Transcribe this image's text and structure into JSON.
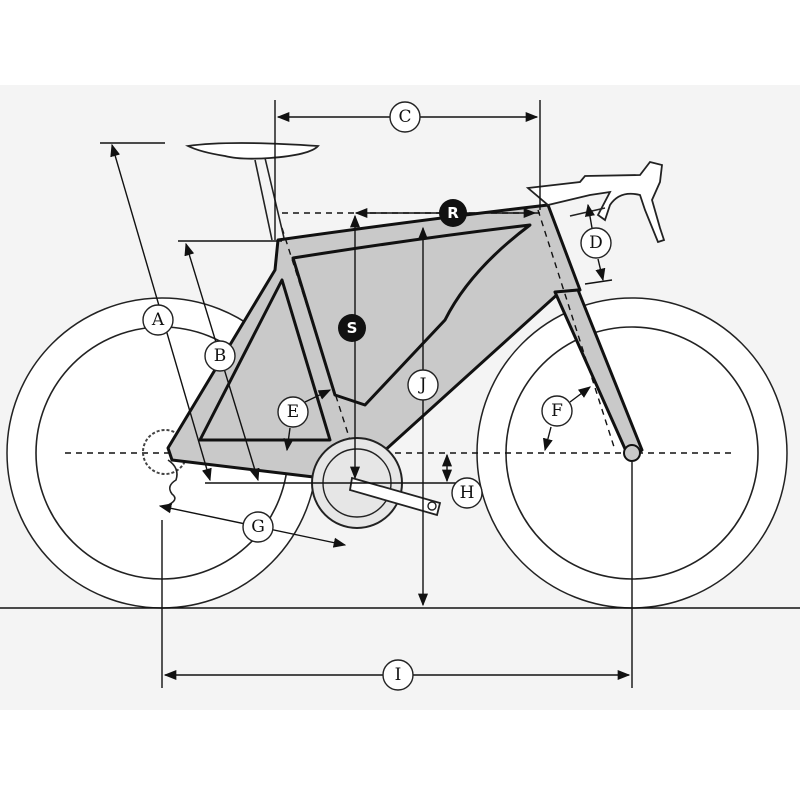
{
  "diagram": {
    "title": "Bicycle frame geometry",
    "colors": {
      "background": "#f4f4f4",
      "frame": "#c9c9c9",
      "line": "#111111"
    },
    "dimension_labels": {
      "A": "A",
      "B": "B",
      "C": "C",
      "D": "D",
      "E": "E",
      "F": "F",
      "G": "G",
      "H": "H",
      "I": "I",
      "J": "J",
      "R": "R",
      "S": "S"
    }
  }
}
